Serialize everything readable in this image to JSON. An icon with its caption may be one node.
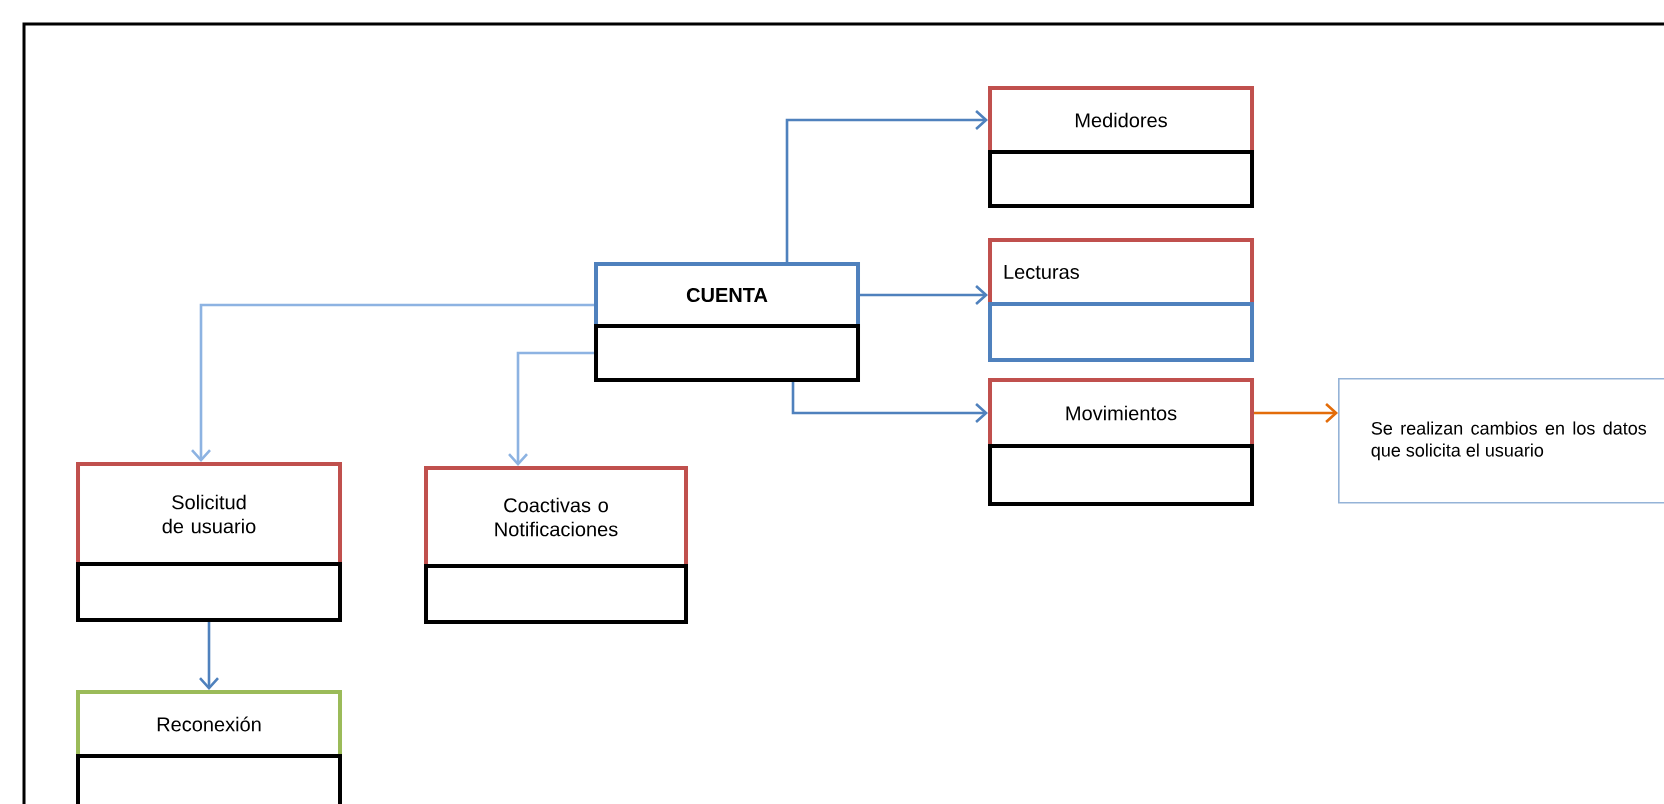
{
  "diagram": {
    "nodes": [
      {
        "text": [
          "Medidores"
        ]
      },
      {
        "text": [],
        "shape": "box"
      },
      {
        "text": [
          "Lecturas"
        ]
      },
      {
        "text": [],
        "shape": "box"
      },
      {
        "text": [
          "CUENTA"
        ]
      },
      {
        "text": [],
        "shape": "box"
      },
      {
        "text": [
          "Movimientos"
        ]
      },
      {
        "text": [],
        "shape": "box"
      },
      {
        "text": [
          "Se realizan cambios en los datos que solicita el usuario"
        ]
      },
      {
        "text": [
          "Solicitud de usuario"
        ]
      },
      {
        "text": [],
        "shape": "box"
      },
      {
        "text": [
          "Coactivas o Notificaciones"
        ]
      },
      {
        "text": [],
        "shape": "box"
      },
      {
        "text": [
          "Reconexión"
        ]
      },
      {
        "text": [],
        "shape": "box"
      }
    ],
    "edges": [
      {
        "from": 4,
        "to": 0,
        "arrow": "to"
      },
      {
        "from": 4,
        "to": 2,
        "arrow": "to"
      },
      {
        "from": 5,
        "to": 6,
        "arrow": "to"
      },
      {
        "from": 4,
        "to": 9,
        "arrow": "to",
        "color": "#8db3e2"
      },
      {
        "from": 5,
        "to": 11,
        "arrow": "to",
        "color": "#8db3e2"
      },
      {
        "from": 10,
        "to": 13,
        "arrow": "to"
      },
      {
        "from": 6,
        "to": 8,
        "arrow": "to",
        "color": "#e36c09"
      }
    ]
  }
}
